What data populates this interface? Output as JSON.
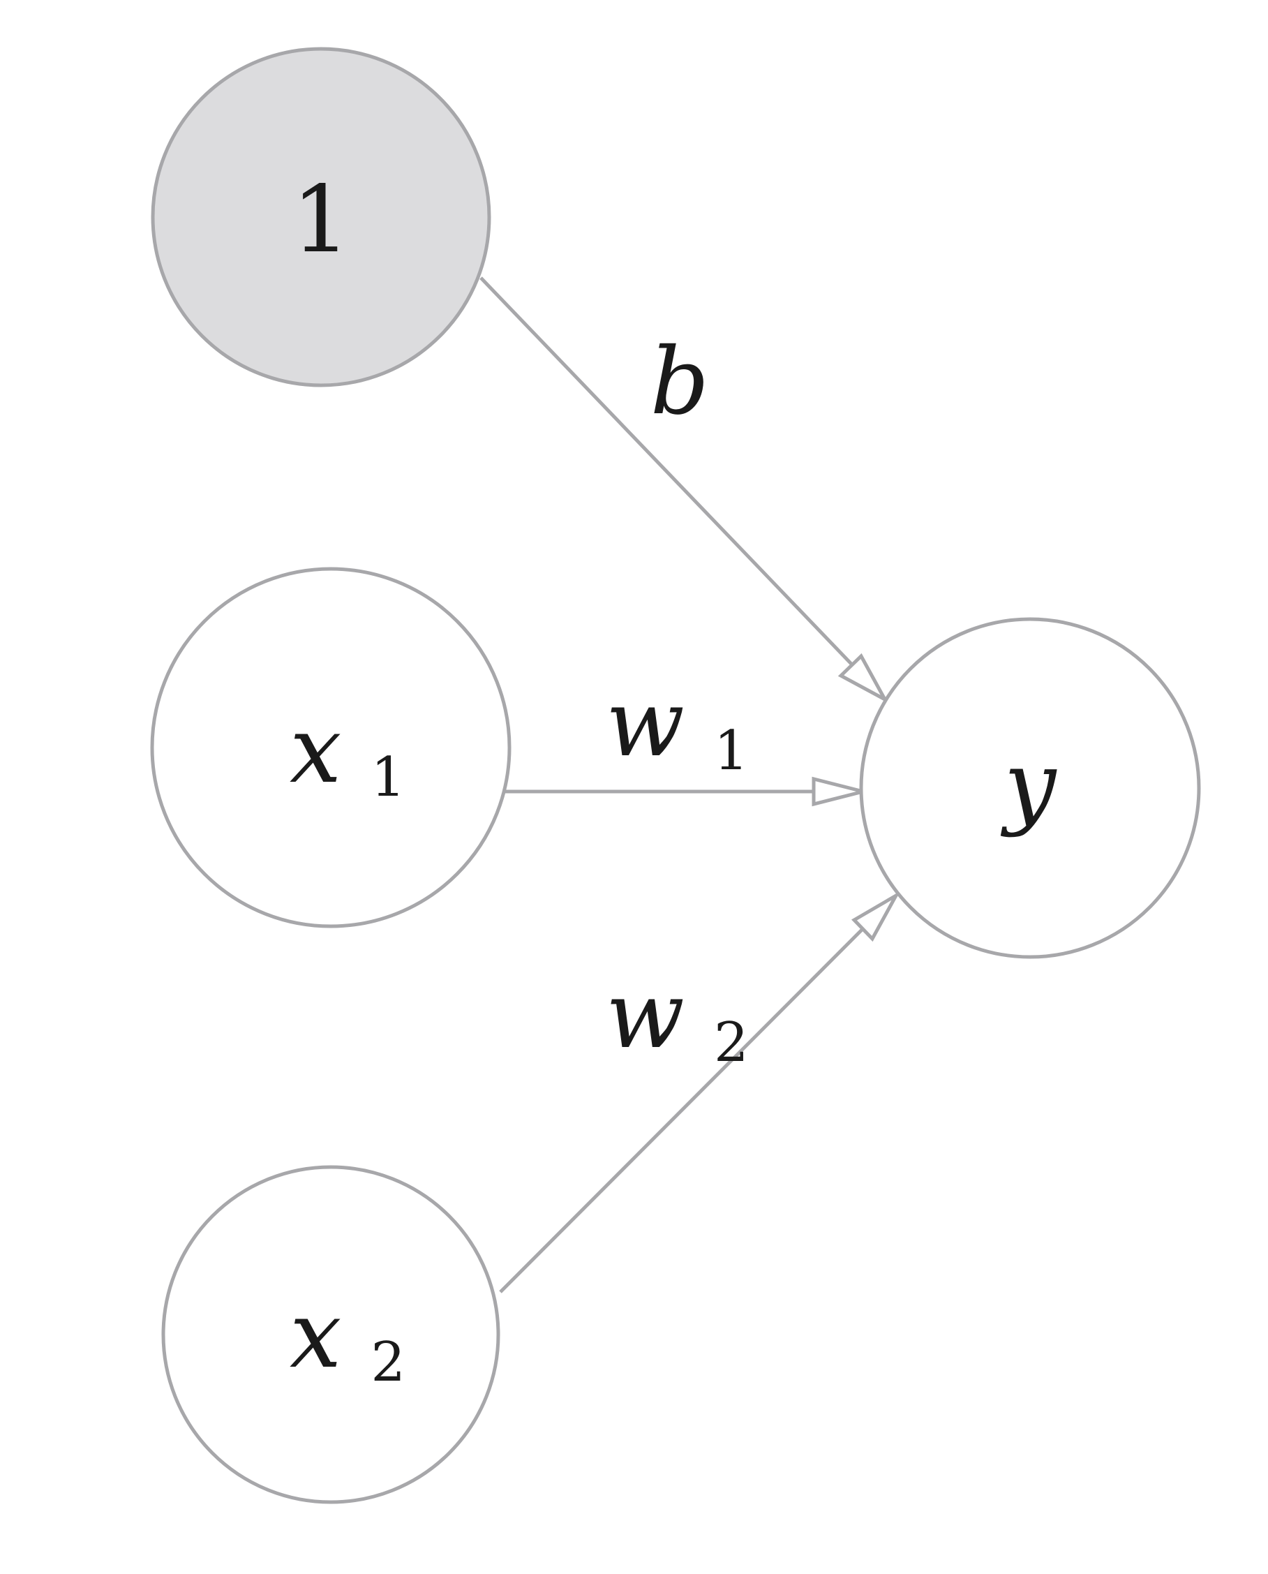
{
  "nodes": {
    "bias": {
      "label": "1"
    },
    "x1": {
      "label": "x",
      "subscript": "1"
    },
    "x2": {
      "label": "x",
      "subscript": "2"
    },
    "y": {
      "label": "y"
    }
  },
  "edges": {
    "bias_to_y": {
      "label": "b"
    },
    "x1_to_y": {
      "label": "w",
      "subscript": "1"
    },
    "x2_to_y": {
      "label": "w",
      "subscript": "2"
    }
  },
  "colors": {
    "stroke": "#a7a7aa",
    "bias_fill": "#dcdcde",
    "text": "#1a1a1a"
  }
}
